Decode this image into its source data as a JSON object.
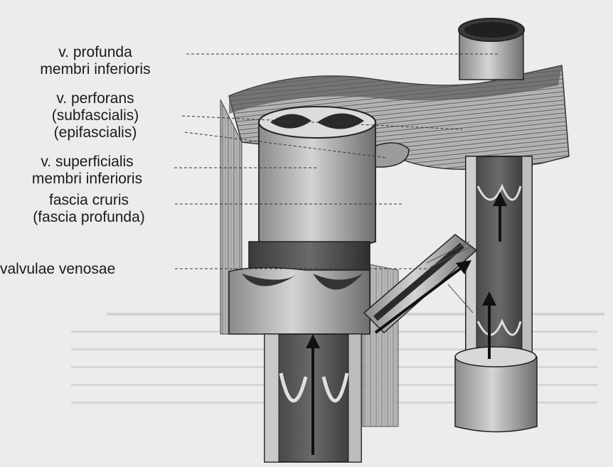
{
  "labels": {
    "profunda_line1": "v. profunda",
    "profunda_line2": "membri inferioris",
    "perforans_line1": "v. perforans",
    "perforans_line2": "(subfascialis)",
    "perforans_line3": "(epifascialis)",
    "superficialis_line1": "v. superficialis",
    "superficialis_line2": "membri inferioris",
    "fascia_line1": "fascia cruris",
    "fascia_line2": "(fascia profunda)",
    "valvulae": "valvulae venosae"
  }
}
